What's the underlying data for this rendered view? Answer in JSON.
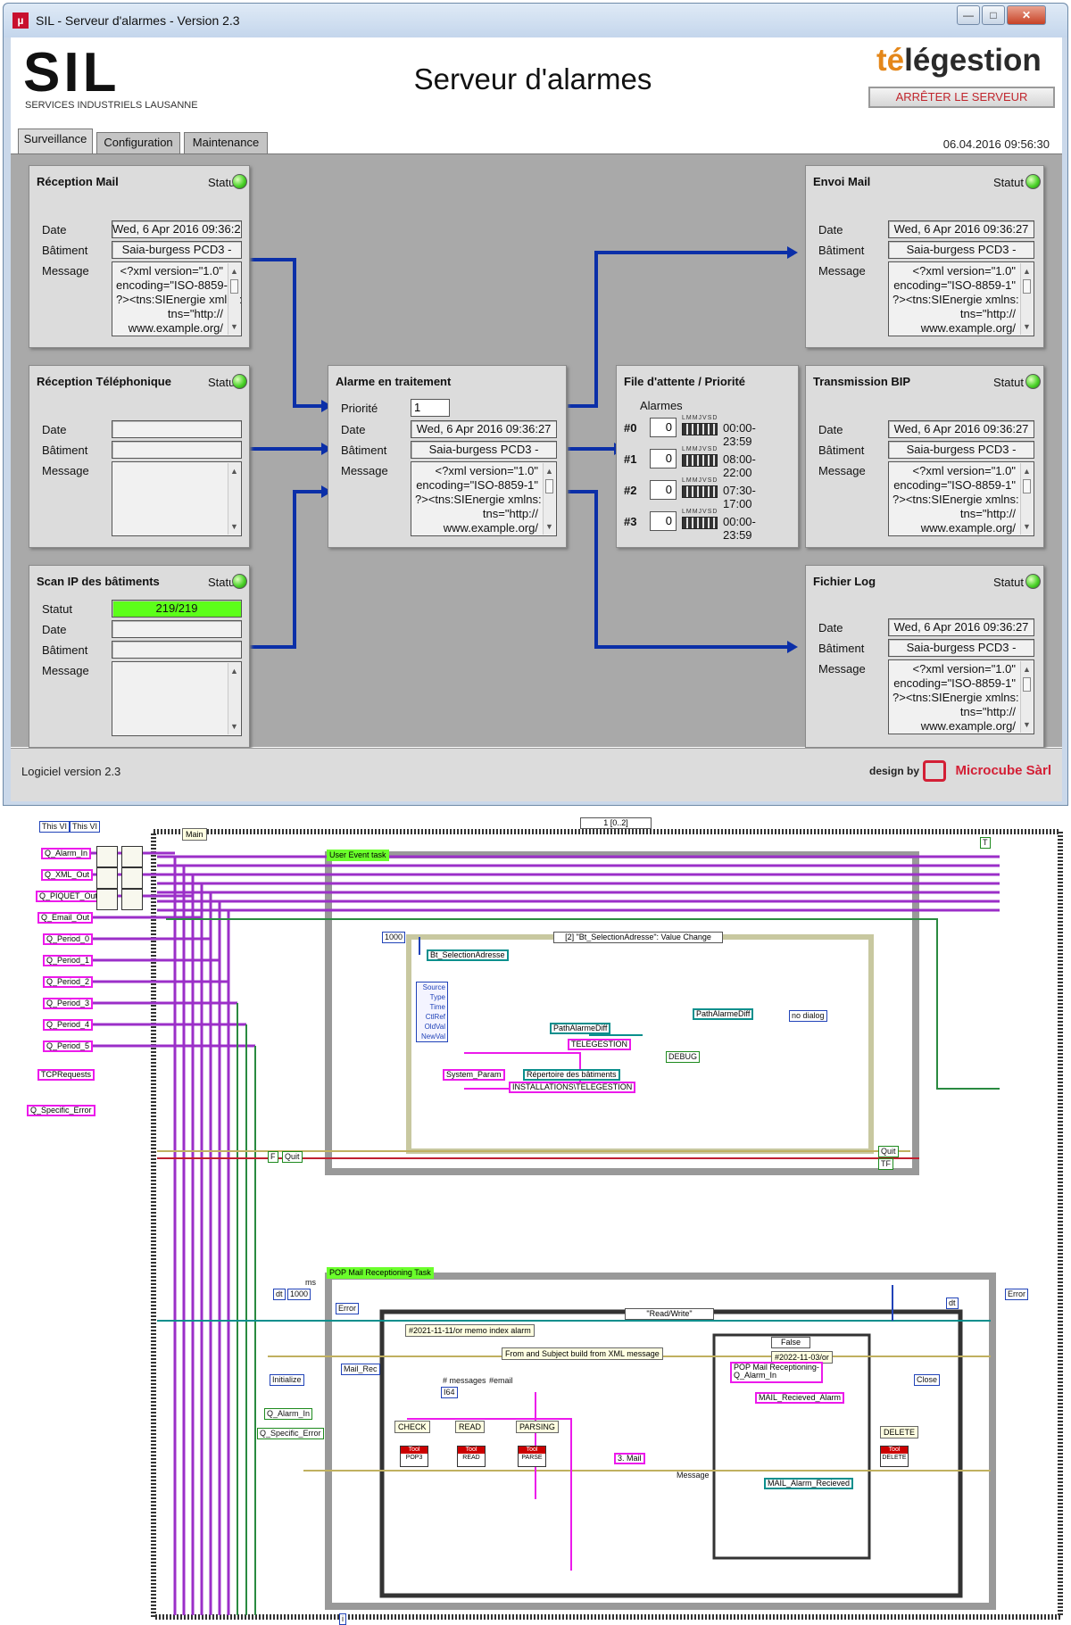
{
  "window": {
    "title": "SIL - Serveur d'alarmes - Version 2.3",
    "app_icon": "µ",
    "minimize_icon": "—",
    "maximize_icon": "□",
    "close_icon": "✕"
  },
  "header": {
    "logo_text": "SIL",
    "logo_subtitle": "SERVICES INDUSTRIELS LAUSANNE",
    "title": "Serveur d'alarmes",
    "brand_prefix": "té",
    "brand_suffix": "légestion",
    "stop_button": "ARRÊTER LE SERVEUR"
  },
  "tabs": [
    "Surveillance",
    "Configuration",
    "Maintenance"
  ],
  "datetime": "06.04.2016 09:56:30",
  "labels": {
    "statut": "Statut",
    "date": "Date",
    "batiment": "Bâtiment",
    "message": "Message",
    "priorite": "Priorité",
    "alarmes": "Alarmes",
    "days": "LMMJVSD"
  },
  "scroll_icons": {
    "up": "▲",
    "down": "▼"
  },
  "common": {
    "date": "Wed, 6 Apr 2016 09:36:27",
    "batiment": "Saia-burgess PCD3 -",
    "message": "<?xml version=\"1.0\"\nencoding=\"ISO-8859-1\"\n?><tns:SIEnergie xmlns:\ntns=\"http://\nwww.example.org/"
  },
  "panels": {
    "reception_mail": {
      "title": "Réception Mail"
    },
    "reception_tel": {
      "title": "Réception Téléphonique"
    },
    "scan_ip": {
      "title": "Scan IP des bâtiments",
      "status_value": "219/219"
    },
    "traitement": {
      "title": "Alarme en traitement",
      "priorite": "1"
    },
    "file_attente": {
      "title": "File d'attente / Priorité",
      "queues": [
        {
          "id": "#0",
          "count": "0",
          "time": "00:00-23:59"
        },
        {
          "id": "#1",
          "count": "0",
          "time": "08:00-22:00"
        },
        {
          "id": "#2",
          "count": "0",
          "time": "07:30-17:00"
        },
        {
          "id": "#3",
          "count": "0",
          "time": "00:00-23:59"
        }
      ]
    },
    "envoi_mail": {
      "title": "Envoi Mail"
    },
    "transmission_bip": {
      "title": "Transmission BIP"
    },
    "fichier_log": {
      "title": "Fichier Log"
    }
  },
  "footer": {
    "version": "Logiciel version 2.3",
    "design_by": "design by",
    "company": "Microcube Sàrl"
  },
  "diagram": {
    "this_vi": "This VI",
    "this_vi_ref": "This VI",
    "main_label": "Main",
    "seq_selector": "1 [0..2]",
    "queues": [
      "Q_Alarm_In",
      "Q_XML_Out",
      "Q_PIQUET_Out",
      "Q_Email_Out",
      "Q_Period_0",
      "Q_Period_1",
      "Q_Period_2",
      "Q_Period_3",
      "Q_Period_4",
      "Q_Period_5",
      "TCPRequests",
      "Q_Specific_Error"
    ],
    "user_event_task": "User Event task",
    "timeout": "1000",
    "event_selector": "[2] \"Bt_SelectionAdresse\": Value Change",
    "bt_selection": "Bt_SelectionAdresse",
    "event_fields": [
      "Source",
      "Type",
      "Time",
      "CtlRef",
      "OldVal",
      "NewVal"
    ],
    "path_alarme_diff": "PathAlarmeDiff",
    "path_alarme_diff_2": "PathAlarmeDiff",
    "telegestion": "TELEGESTION",
    "debug": "DEBUG",
    "no_dialog": "no dialog",
    "system_param": "System_Param",
    "repertoire": "Répertoire des bâtiments",
    "installations": "INSTALLATIONS\\TELEGESTION",
    "quit": "Quit",
    "quit_local": "Quit",
    "tf": "TF",
    "f": "F",
    "t": "T",
    "pop_task": "POP Mail Receptioning Task",
    "dt": "dt",
    "ms": "ms",
    "dt_value": "1000",
    "error": "Error",
    "error2": "Error",
    "read_write": "\"Read/Write\"",
    "false_case": "False",
    "comment_2021": "#2021-11-11/or memo index alarm",
    "comment_from_subject": "From and Subject build from XML message",
    "comment_2022": "#2022-11-03/or",
    "pop_mail_q": "POP Mail Receptioning-\nQ_Alarm_In",
    "mail_recieved_alarm": "MAIL_Recieved_Alarm",
    "mail_alarm_recieved": "MAIL_Alarm_Recieved",
    "initialize": "Initialize",
    "mail_rec": "Mail_Rec",
    "q_alarm_in": "Q_Alarm_In",
    "q_specific_error": "Q_Specific_Error",
    "nb_messages": "# messages",
    "email": "#email",
    "i64": "I64",
    "check": "CHECK",
    "read": "READ",
    "parsing": "PARSING",
    "delete": "DELETE",
    "three_mail": "3. Mail",
    "message": "Message",
    "close": "Close",
    "dt_right": "dt",
    "info": "i"
  }
}
